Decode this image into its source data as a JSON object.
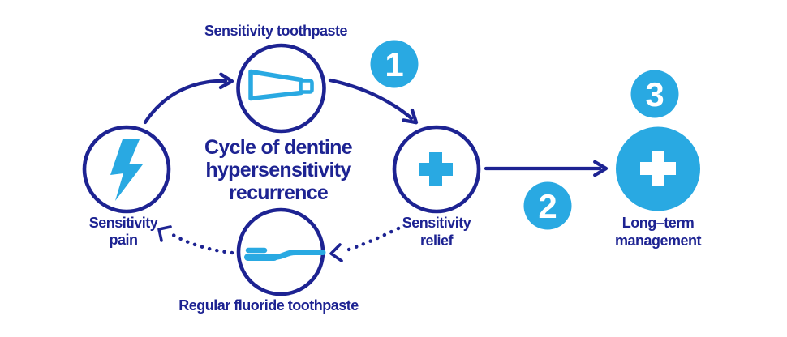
{
  "colors": {
    "navy": "#1D2392",
    "light_blue": "#29A9E2",
    "background": "#FFFFFF"
  },
  "title": {
    "line1": "Cycle of dentine",
    "line2": "hypersensitivity",
    "line3": "recurrence"
  },
  "nodes": {
    "sensitivity_toothpaste": {
      "label": "Sensitivity toothpaste",
      "icon": "toothpaste-tube-icon"
    },
    "sensitivity_pain": {
      "label_line1": "Sensitivity",
      "label_line2": "pain",
      "icon": "lightning-bolt-icon"
    },
    "sensitivity_relief": {
      "label_line1": "Sensitivity",
      "label_line2": "relief",
      "icon": "plus-cross-icon"
    },
    "regular_fluoride_toothpaste": {
      "label": "Regular fluoride toothpaste",
      "icon": "toothbrush-icon"
    },
    "long_term_management": {
      "label_line1": "Long–term",
      "label_line2": "management",
      "icon": "plus-cross-icon"
    }
  },
  "steps": {
    "step1": "1",
    "step2": "2",
    "step3": "3"
  }
}
